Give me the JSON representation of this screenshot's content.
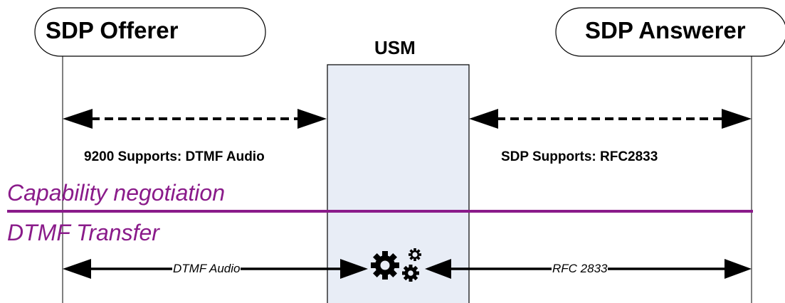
{
  "entities": {
    "offerer": "SDP Offerer",
    "answerer": "SDP Answerer",
    "usm": "USM"
  },
  "capability": {
    "left_label": "9200 Supports: DTMF Audio",
    "right_label": "SDP Supports: RFC2833"
  },
  "phases": {
    "negotiation": "Capability negotiation",
    "transfer": "DTMF Transfer"
  },
  "transfer": {
    "left_label": "DTMF Audio",
    "right_label": "RFC 2833"
  },
  "colors": {
    "phase": "#8a1b8a",
    "usm_fill": "#e8edf6",
    "line": "#000000"
  }
}
